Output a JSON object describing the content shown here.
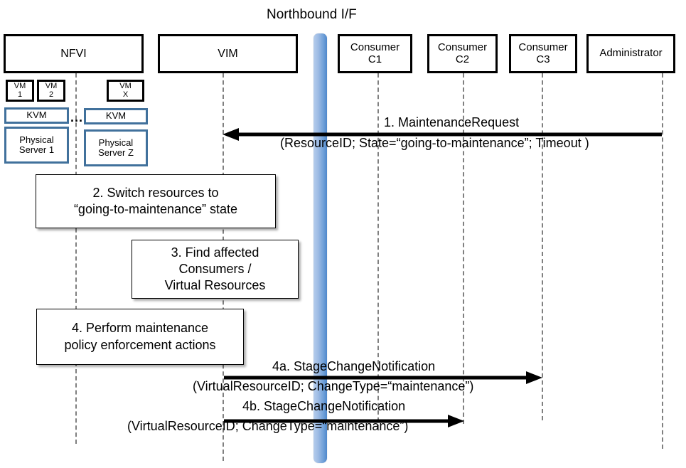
{
  "diagram": {
    "title": "Northbound I/F",
    "interface_bar_name": "Northbound I/F"
  },
  "actors": [
    {
      "id": "nfvi",
      "label": "NFVI"
    },
    {
      "id": "vim",
      "label": "VIM"
    },
    {
      "id": "c1",
      "label": "Consumer\nC1",
      "line1": "Consumer",
      "line2": "C1"
    },
    {
      "id": "c2",
      "label": "Consumer\nC2",
      "line1": "Consumer",
      "line2": "C2"
    },
    {
      "id": "c3",
      "label": "Consumer\nC3",
      "line1": "Consumer",
      "line2": "C3"
    },
    {
      "id": "admin",
      "label": "Administrator"
    }
  ],
  "nfvi_stack": {
    "vms": [
      {
        "line1": "VM",
        "line2": "1"
      },
      {
        "line1": "VM",
        "line2": "2"
      },
      {
        "line1": "VM",
        "line2": "X"
      }
    ],
    "hypervisors": [
      {
        "label": "KVM"
      },
      {
        "label": "KVM"
      }
    ],
    "servers": [
      {
        "line1": "Physical",
        "line2": "Server 1"
      },
      {
        "line1": "Physical",
        "line2": "Server Z"
      }
    ],
    "ellipsis": "..."
  },
  "notes": [
    {
      "id": "note2",
      "line1": "2. Switch resources to",
      "line2": "“going-to-maintenance” state"
    },
    {
      "id": "note3",
      "line1": "3. Find affected",
      "line2": "Consumers /",
      "line3": "Virtual Resources"
    },
    {
      "id": "note4",
      "line1": "4. Perform maintenance",
      "line2": "policy enforcement actions"
    }
  ],
  "messages": [
    {
      "id": "msg1",
      "number": "1.",
      "name": "MaintenanceRequest",
      "label_top": "1.    MaintenanceRequest",
      "label_bottom": "(ResourceID; State=“going-to-maintenance”; Timeout )",
      "from": "admin",
      "to": "vim",
      "direction": "left"
    },
    {
      "id": "msg4a",
      "number": "4a.",
      "name": "StageChangeNotification",
      "label_top": "4a. StageChangeNotification",
      "label_bottom": "(VirtualResourceID; ChangeType=“maintenance”)",
      "from": "vim",
      "to": "c3",
      "direction": "right"
    },
    {
      "id": "msg4b",
      "number": "4b.",
      "name": "StageChangeNotification",
      "label_top": "4b. StageChangeNotification",
      "label_bottom": "(VirtualResourceID; ChangeType=“maintenance”)",
      "from": "vim",
      "to": "c2",
      "direction": "right"
    }
  ],
  "colors": {
    "actor_border": "#000000",
    "blue_component_border": "#41719C",
    "interface_bar_light": "#b6cdec",
    "interface_bar_dark": "#4f87cb",
    "lifeline": "#808080",
    "arrow": "#000000"
  }
}
